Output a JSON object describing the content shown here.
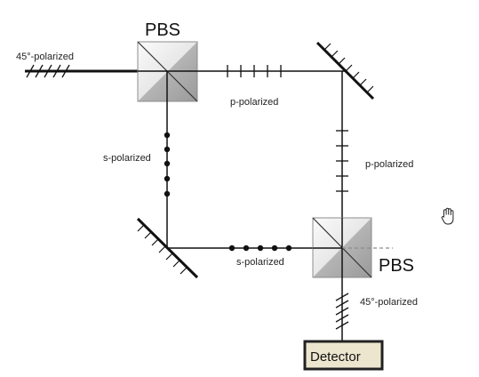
{
  "labels": {
    "pbs_top": "PBS",
    "pbs_bottom": "PBS",
    "input_polarization": "45°-polarized",
    "output_polarization": "45°-polarized",
    "top_arm": "p-polarized",
    "right_arm": "p-polarized",
    "left_arm": "s-polarized",
    "bottom_arm": "s-polarized",
    "detector": "Detector"
  },
  "icons": {
    "cursor": "hand-cursor-icon"
  },
  "colors": {
    "beam": "#111111",
    "detector_fill": "#ede6cf",
    "detector_border": "#222222",
    "prism_light": "#f6f6f6",
    "prism_dark": "#a9a9a9"
  }
}
